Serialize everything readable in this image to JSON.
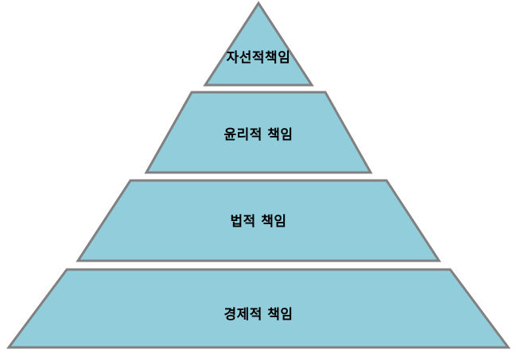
{
  "diagram": {
    "type": "pyramid",
    "title": "",
    "background_color": "#FFFFFF",
    "fill_color": "#92CDDC",
    "border_color": "#808080",
    "text_color": "#000000",
    "levels": [
      {
        "index": 1,
        "position": "top",
        "label": "자선적책임",
        "shape": "triangle",
        "fill": "#92CDDC",
        "stroke": "#808080"
      },
      {
        "index": 2,
        "position": "upper-middle",
        "label": "윤리적 책임",
        "shape": "trapezoid",
        "fill": "#92CDDC",
        "stroke": "#808080"
      },
      {
        "index": 3,
        "position": "lower-middle",
        "label": "법적 책임",
        "shape": "trapezoid",
        "fill": "#92CDDC",
        "stroke": "#808080"
      },
      {
        "index": 4,
        "position": "bottom",
        "label": "경제적 책임",
        "shape": "trapezoid",
        "fill": "#92CDDC",
        "stroke": "#808080"
      }
    ]
  }
}
